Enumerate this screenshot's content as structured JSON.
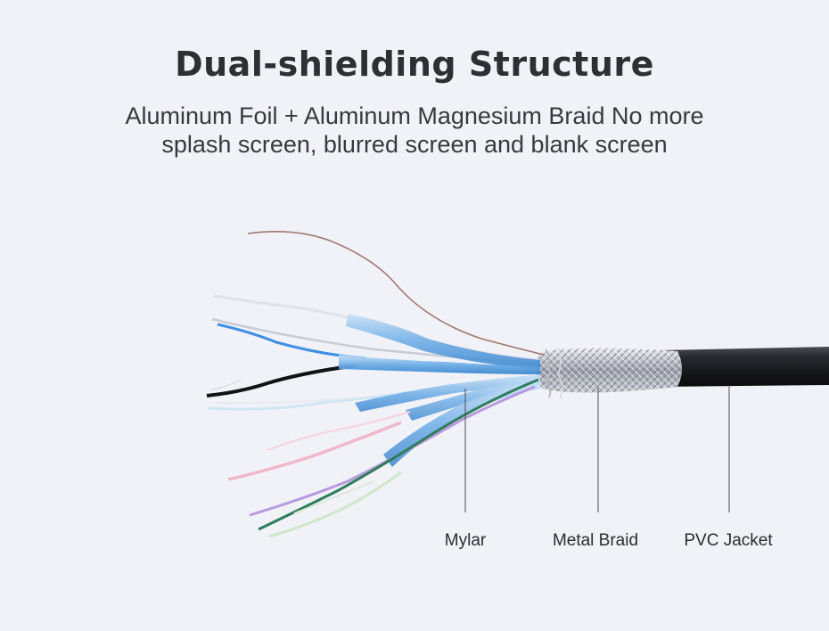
{
  "header": {
    "title": "Dual-shielding Structure",
    "subtitle_line1": "Aluminum Foil + Aluminum Magnesium Braid No more",
    "subtitle_line2": "splash screen, blurred screen and blank screen"
  },
  "callouts": {
    "mylar": "Mylar",
    "metal_braid": "Metal Braid",
    "pvc_jacket": "PVC Jacket"
  }
}
